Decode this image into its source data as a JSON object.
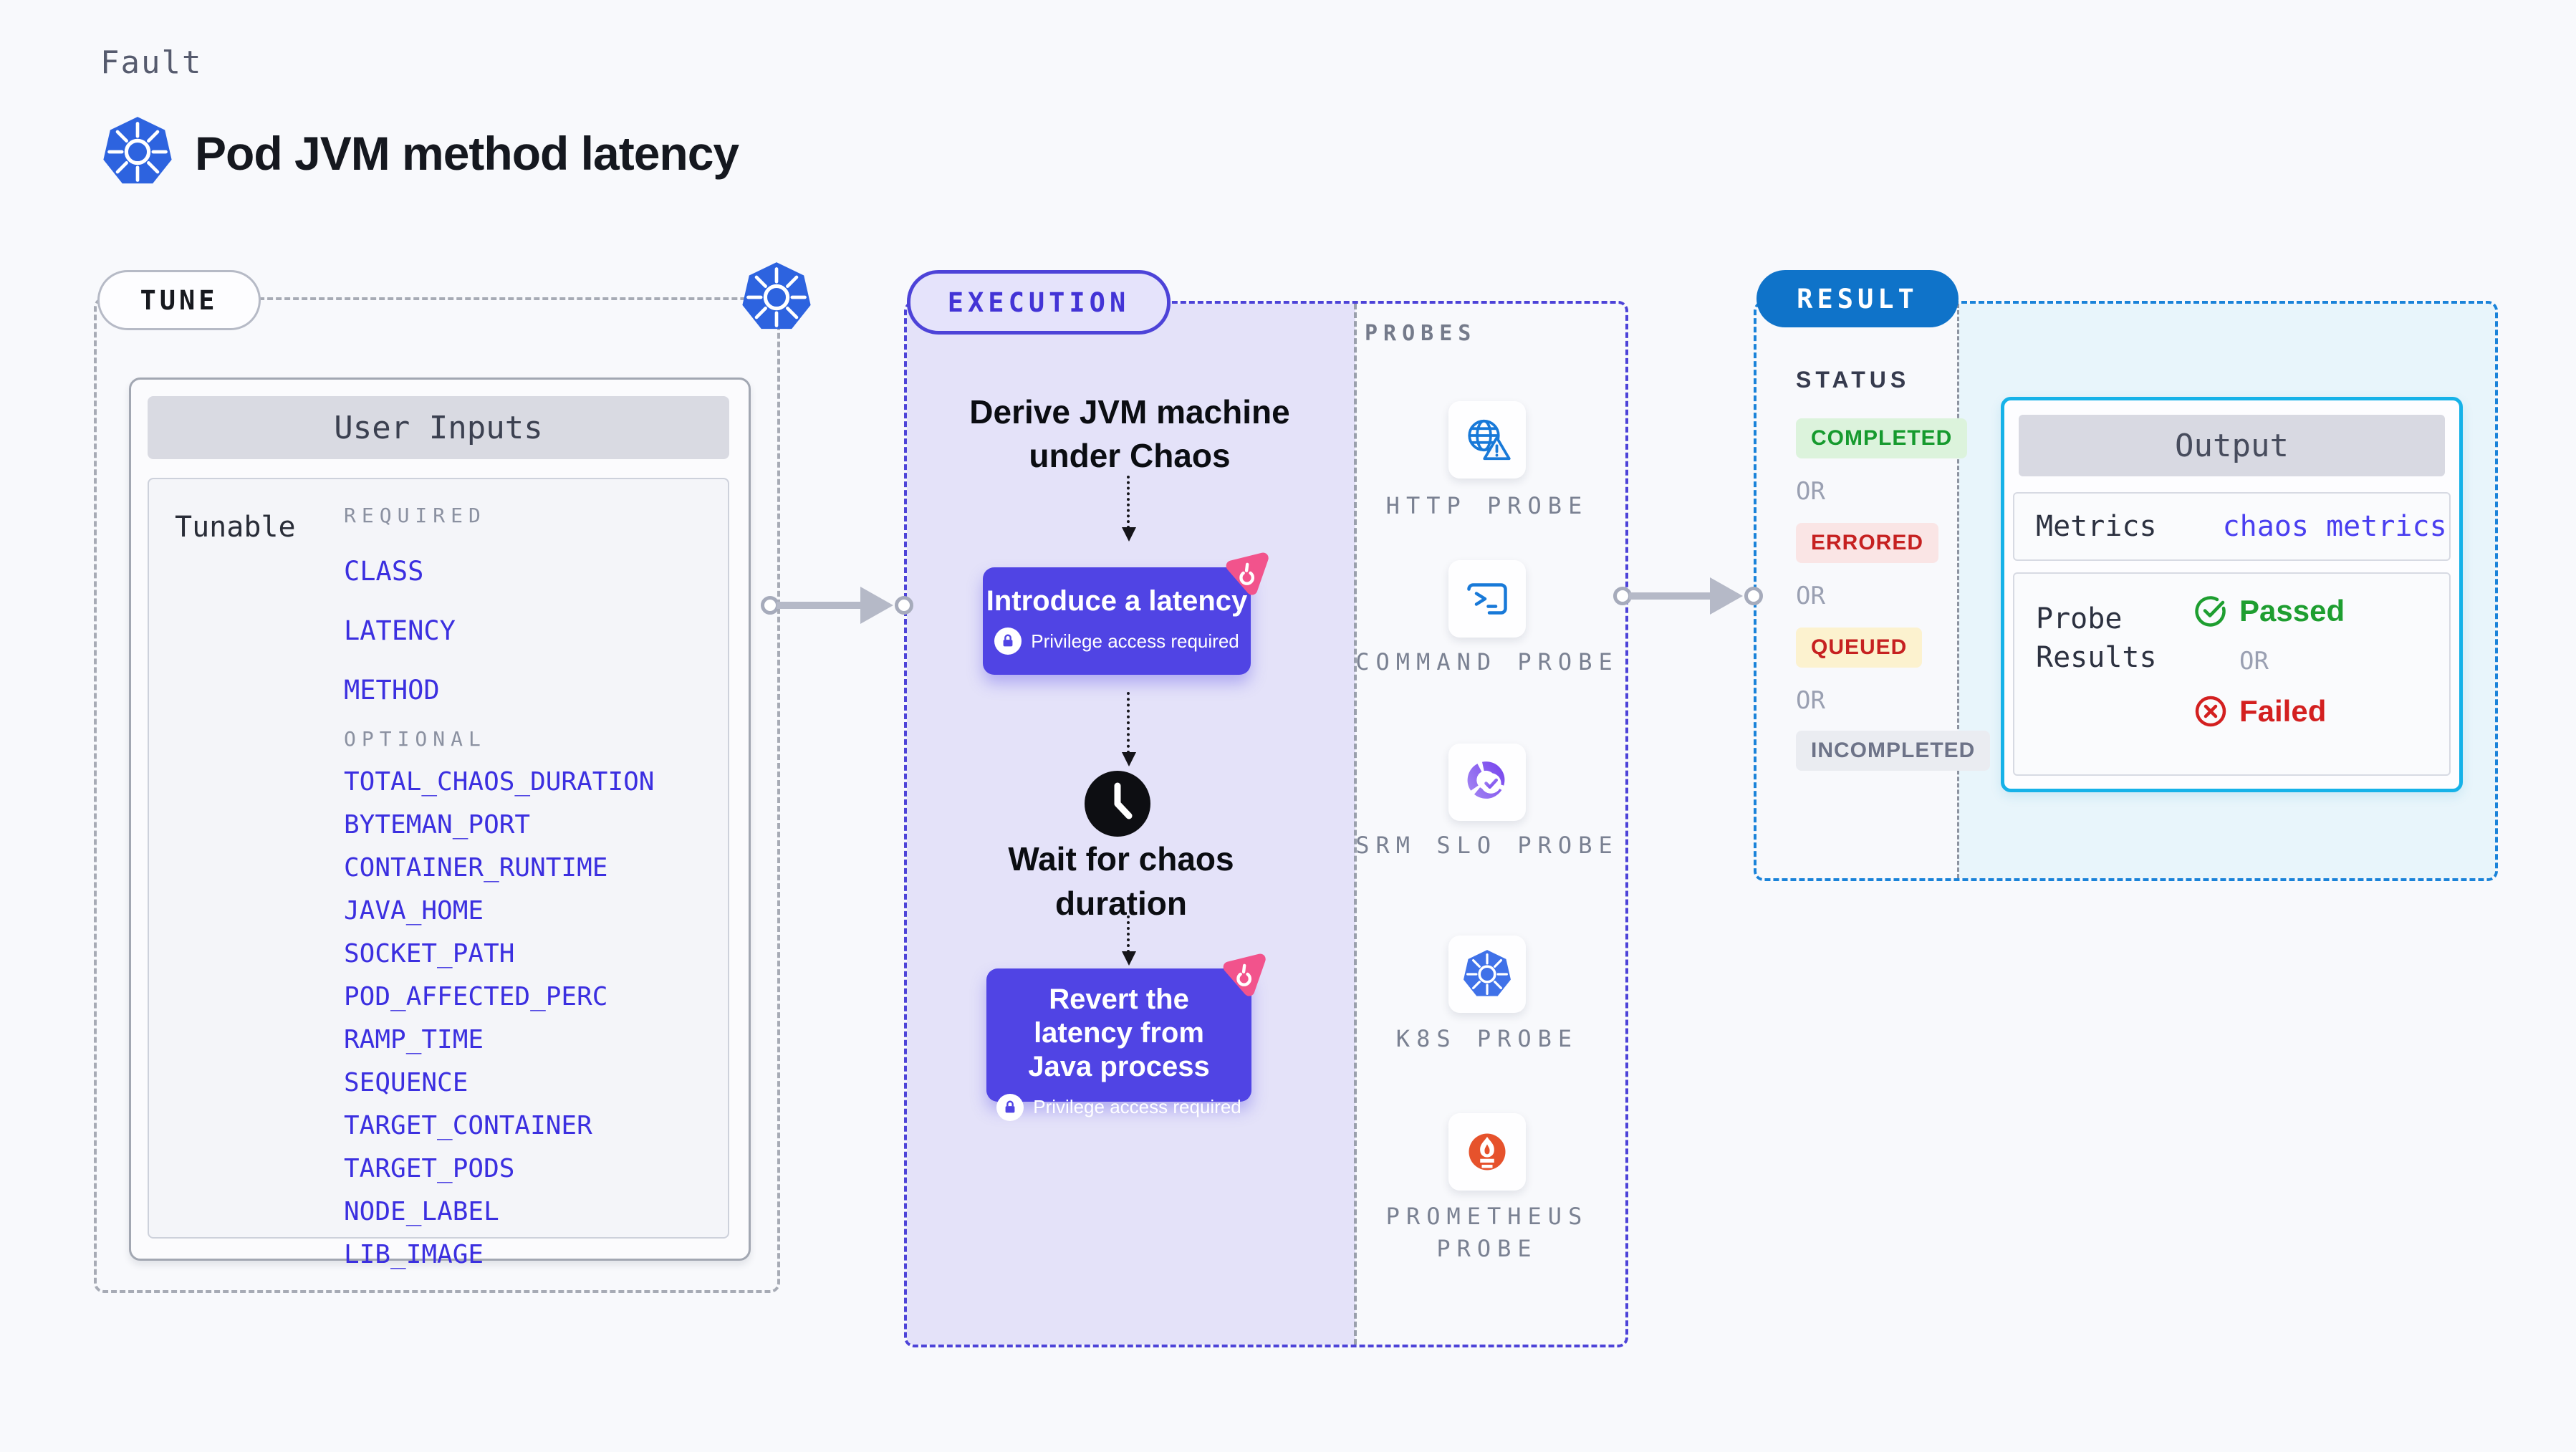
{
  "header": {
    "fault_label": "Fault",
    "title": "Pod JVM method latency"
  },
  "tune": {
    "badge": "TUNE",
    "user_inputs_title": "User Inputs",
    "tunable_label": "Tunable",
    "required_label": "REQUIRED",
    "required_items": [
      "CLASS",
      "LATENCY",
      "METHOD"
    ],
    "optional_label": "OPTIONAL",
    "optional_items": [
      "TOTAL_CHAOS_DURATION",
      "BYTEMAN_PORT",
      "CONTAINER_RUNTIME",
      "JAVA_HOME",
      "SOCKET_PATH",
      "POD_AFFECTED_PERC",
      "RAMP_TIME",
      "SEQUENCE",
      "TARGET_CONTAINER",
      "TARGET_PODS",
      "NODE_LABEL",
      "LIB_IMAGE"
    ]
  },
  "execution": {
    "badge": "EXECUTION",
    "derive_text": "Derive JVM machine under Chaos",
    "steps": [
      {
        "title": "Introduce a latency",
        "note": "Privilege access required"
      },
      {
        "title": "Revert the latency from Java process",
        "note": "Privilege access required"
      }
    ],
    "wait_text": "Wait for chaos duration"
  },
  "probes": {
    "label": "PROBES",
    "items": [
      {
        "name": "HTTP PROBE",
        "icon": "globe-alert-icon"
      },
      {
        "name": "COMMAND PROBE",
        "icon": "terminal-icon"
      },
      {
        "name": "SRM SLO PROBE",
        "icon": "slo-donut-icon"
      },
      {
        "name": "K8S PROBE",
        "icon": "kubernetes-icon"
      },
      {
        "name": "PROMETHEUS PROBE",
        "icon": "prometheus-icon"
      }
    ]
  },
  "result": {
    "badge": "RESULT",
    "status_label": "STATUS",
    "or_label": "OR",
    "statuses": [
      {
        "label": "COMPLETED",
        "type": "completed"
      },
      {
        "label": "ERRORED",
        "type": "errored"
      },
      {
        "label": "QUEUED",
        "type": "queued"
      },
      {
        "label": "INCOMPLETED",
        "type": "incompleted"
      }
    ],
    "output": {
      "title": "Output",
      "metrics_label": "Metrics",
      "metrics_value": "chaos metrics",
      "probe_results_label": "Probe Results",
      "passed_label": "Passed",
      "or_label": "OR",
      "failed_label": "Failed"
    }
  },
  "colors": {
    "page_bg": "#f8f9fc",
    "indigo": "#4d43d8",
    "indigo_text": "#4334d6",
    "lavender": "#e4e2f9",
    "button_indigo": "#5044e4",
    "link_indigo": "#3b2fe0",
    "result_blue": "#0f73c9",
    "result_dash": "#1a83d9",
    "cyan": "#16b2e8",
    "cyan_bg": "#e8f5fb",
    "pink": "#f2538c",
    "green": "#1e9e30",
    "green_bg": "#dcf3dc",
    "red": "#c62121",
    "red_bg": "#fae5e5",
    "amber_bg": "#fcf2cf",
    "grey_badge_bg": "#eaecf1",
    "grey_badge_fg": "#6d7388",
    "grey_dash": "#a7abb5",
    "arrow_grey": "#b5b9c7",
    "k8s_blue": "#2d63df",
    "probe_icon_blue": "#1879d8",
    "prometheus_orange": "#e6522c",
    "slo_purple_1": "#a182f2",
    "slo_purple_2": "#7a49ee"
  }
}
